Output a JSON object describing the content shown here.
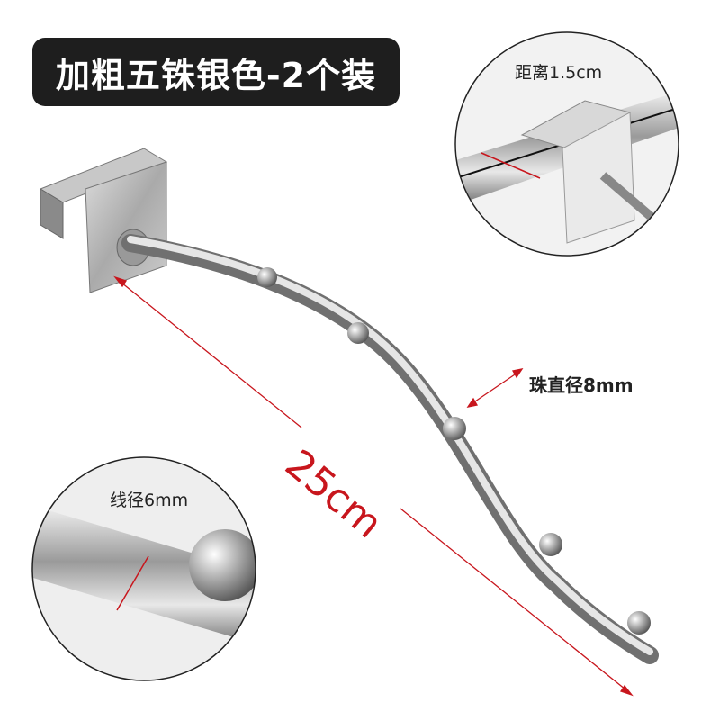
{
  "title": "加粗五铢银色-2个装",
  "labels": {
    "distance": "距离1.5cm",
    "bead_diameter": "珠直径8mm",
    "length": "25cm",
    "wire_diameter": "线径6mm"
  },
  "colors": {
    "accent": "#c8161d",
    "banner": "#1e1e1e"
  }
}
